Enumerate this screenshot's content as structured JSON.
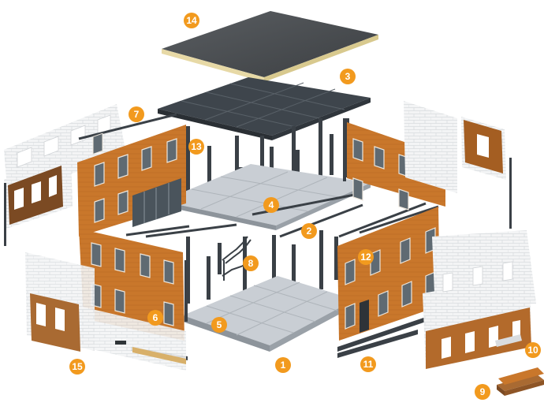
{
  "diagram": {
    "colors": {
      "badge": "#f29a1e",
      "badge_text": "#ffffff",
      "cladding_wood": "#c9772b",
      "cladding_wood_dark": "#a95f1f",
      "insulation_panel": "#eef0f2",
      "steel_frame": "#3d444b",
      "floor_slab": "#c9ced4",
      "roof_slab": "#3e454c",
      "roof_membrane": "#4a4d50",
      "roof_edge": "#e7d9a6"
    },
    "callouts": [
      {
        "number": "1"
      },
      {
        "number": "2"
      },
      {
        "number": "3"
      },
      {
        "number": "4"
      },
      {
        "number": "5"
      },
      {
        "number": "6"
      },
      {
        "number": "7"
      },
      {
        "number": "8"
      },
      {
        "number": "9"
      },
      {
        "number": "10"
      },
      {
        "number": "11"
      },
      {
        "number": "12"
      },
      {
        "number": "13"
      },
      {
        "number": "14"
      },
      {
        "number": "15"
      }
    ]
  }
}
